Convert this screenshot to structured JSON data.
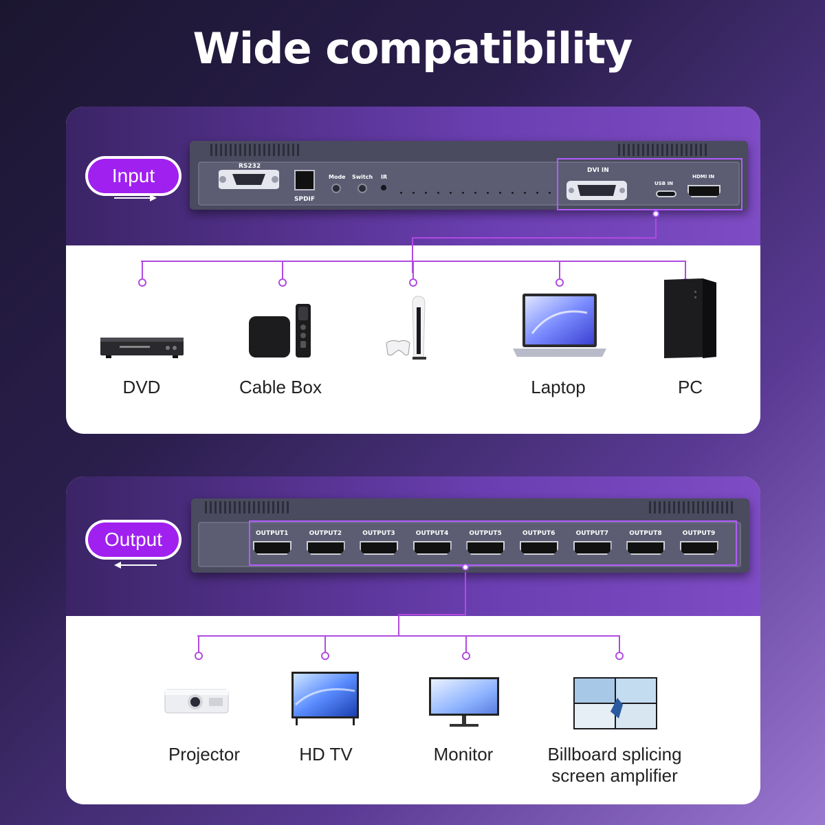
{
  "headline": "Wide compatibility",
  "input_panel": {
    "badge": "Input",
    "ports": {
      "rs232": "RS232",
      "spdif": "SPDIF",
      "mode": "Mode",
      "switch": "Switch",
      "ir": "IR",
      "dvi_in": "DVI IN",
      "usb_in": "USB IN",
      "hdmi_in": "HDMI IN"
    },
    "devices": [
      {
        "label": "DVD",
        "icon": "dvd-player-icon"
      },
      {
        "label": "Cable Box",
        "icon": "cable-box-icon"
      },
      {
        "label": "",
        "icon": "game-console-icon"
      },
      {
        "label": "Laptop",
        "icon": "laptop-icon"
      },
      {
        "label": "PC",
        "icon": "pc-tower-icon"
      }
    ]
  },
  "output_panel": {
    "badge": "Output",
    "ports": [
      "OUTPUT1",
      "OUTPUT2",
      "OUTPUT3",
      "OUTPUT4",
      "OUTPUT5",
      "OUTPUT6",
      "OUTPUT7",
      "OUTPUT8",
      "OUTPUT9"
    ],
    "devices": [
      {
        "label": "Projector",
        "icon": "projector-icon"
      },
      {
        "label": "HD TV",
        "icon": "tv-icon"
      },
      {
        "label": "Monitor",
        "icon": "monitor-icon"
      },
      {
        "label": "Billboard splicing screen amplifier",
        "icon": "video-wall-icon"
      }
    ]
  },
  "colors": {
    "accent": "#a020f0",
    "connector": "#b04ae0",
    "device": "#4a4b5e"
  }
}
